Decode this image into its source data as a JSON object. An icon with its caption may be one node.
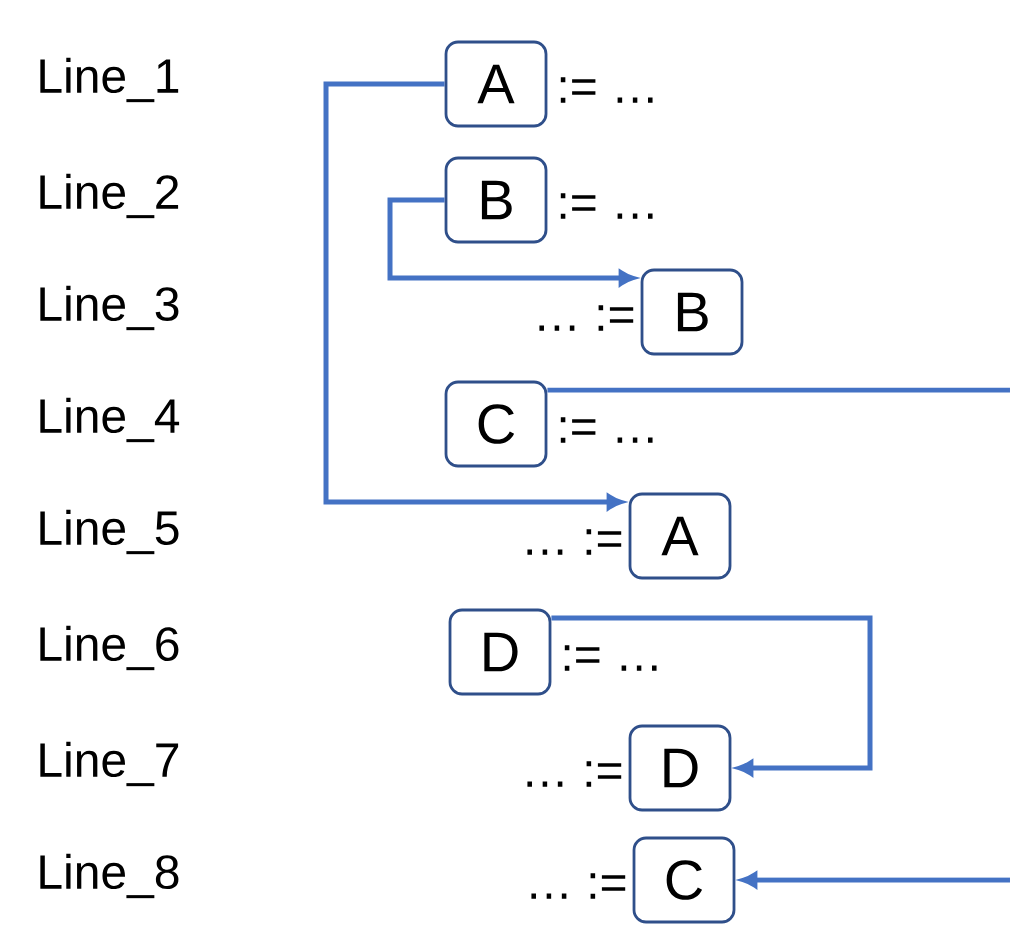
{
  "diagram": {
    "nodes": [
      {
        "text": [
          "A"
        ]
      },
      {
        "text": [
          "B"
        ]
      },
      {
        "text": [
          "B"
        ]
      },
      {
        "text": [
          "C"
        ]
      },
      {
        "text": [
          "A"
        ]
      },
      {
        "text": [
          "D"
        ]
      },
      {
        "text": [
          "D"
        ]
      },
      {
        "text": [
          "C"
        ]
      }
    ],
    "edges": [
      {
        "from": 0,
        "to": 4,
        "arrow": "to"
      },
      {
        "from": 1,
        "to": 2,
        "arrow": "to"
      },
      {
        "from": 3,
        "to": null,
        "arrow": "none"
      },
      {
        "from": 5,
        "to": 6,
        "arrow": "to"
      },
      {
        "from": null,
        "to": 7,
        "arrow": "to"
      }
    ],
    "labels": [
      "Line_1",
      ":= …",
      "Line_2",
      ":= …",
      "Line_3",
      "… :=",
      "Line_4",
      ":= …",
      "Line_5",
      "… :=",
      "Line_6",
      ":= …",
      "Line_7",
      "… :=",
      "Line_8",
      "… :="
    ]
  }
}
